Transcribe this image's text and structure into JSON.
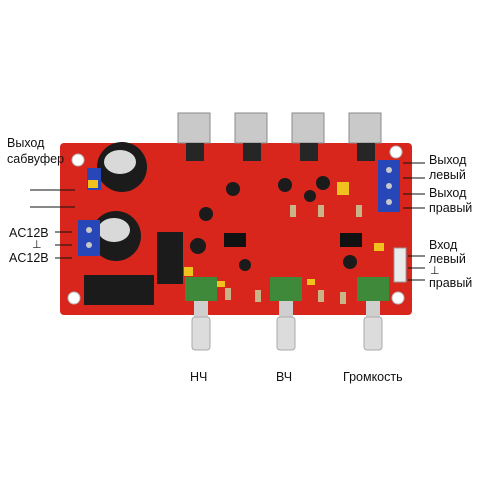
{
  "labels": {
    "sub_out_line1": "Выход",
    "sub_out_line2": "сабвуфер",
    "ac_top": "AC12B",
    "ac_mid": "⊥",
    "ac_bottom": "AC12B",
    "out_left_line1": "Выход",
    "out_left_line2": "левый",
    "out_right_line1": "Выход",
    "out_right_line2": "правый",
    "in_left_line1": "Вход",
    "in_left_line2": "левый",
    "in_gnd": "⊥",
    "in_right": "правый",
    "knob_bass": "НЧ",
    "knob_treble": "ВЧ",
    "knob_volume": "Громкость"
  },
  "colors": {
    "pcb": "#d8261c",
    "background": "#ffffff",
    "terminal": "#2747b8",
    "heatsink": "#c9c9c9",
    "capacitor": "#1b1b1b",
    "pot": "#3f8a3a",
    "shaft": "#dcdcdc"
  }
}
